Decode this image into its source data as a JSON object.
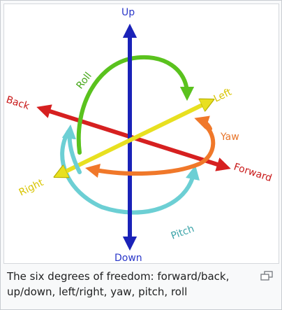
{
  "diagram": {
    "labels": {
      "up": "Up",
      "down": "Down",
      "back": "Back",
      "forward": "Forward",
      "left": "Left",
      "right": "Right",
      "roll": "Roll",
      "yaw": "Yaw",
      "pitch": "Pitch"
    },
    "colors": {
      "vertical_axis": "#1a22b8",
      "longitudinal_axis": "#d62020",
      "lateral_axis": "#e8e020",
      "roll": "#5ac21e",
      "yaw": "#f0782a",
      "pitch": "#6ccfd4",
      "label_up_down": "#2a37c9",
      "label_back_forward": "#c81818",
      "label_left_right": "#d8c400",
      "label_roll": "#46a81a",
      "label_yaw": "#e8752a",
      "label_pitch": "#3aa3a8"
    }
  },
  "caption": {
    "text": "The six degrees of freedom: forward/back, up/down, left/right, yaw, pitch, roll"
  },
  "icons": {
    "enlarge": "enlarge-icon"
  }
}
